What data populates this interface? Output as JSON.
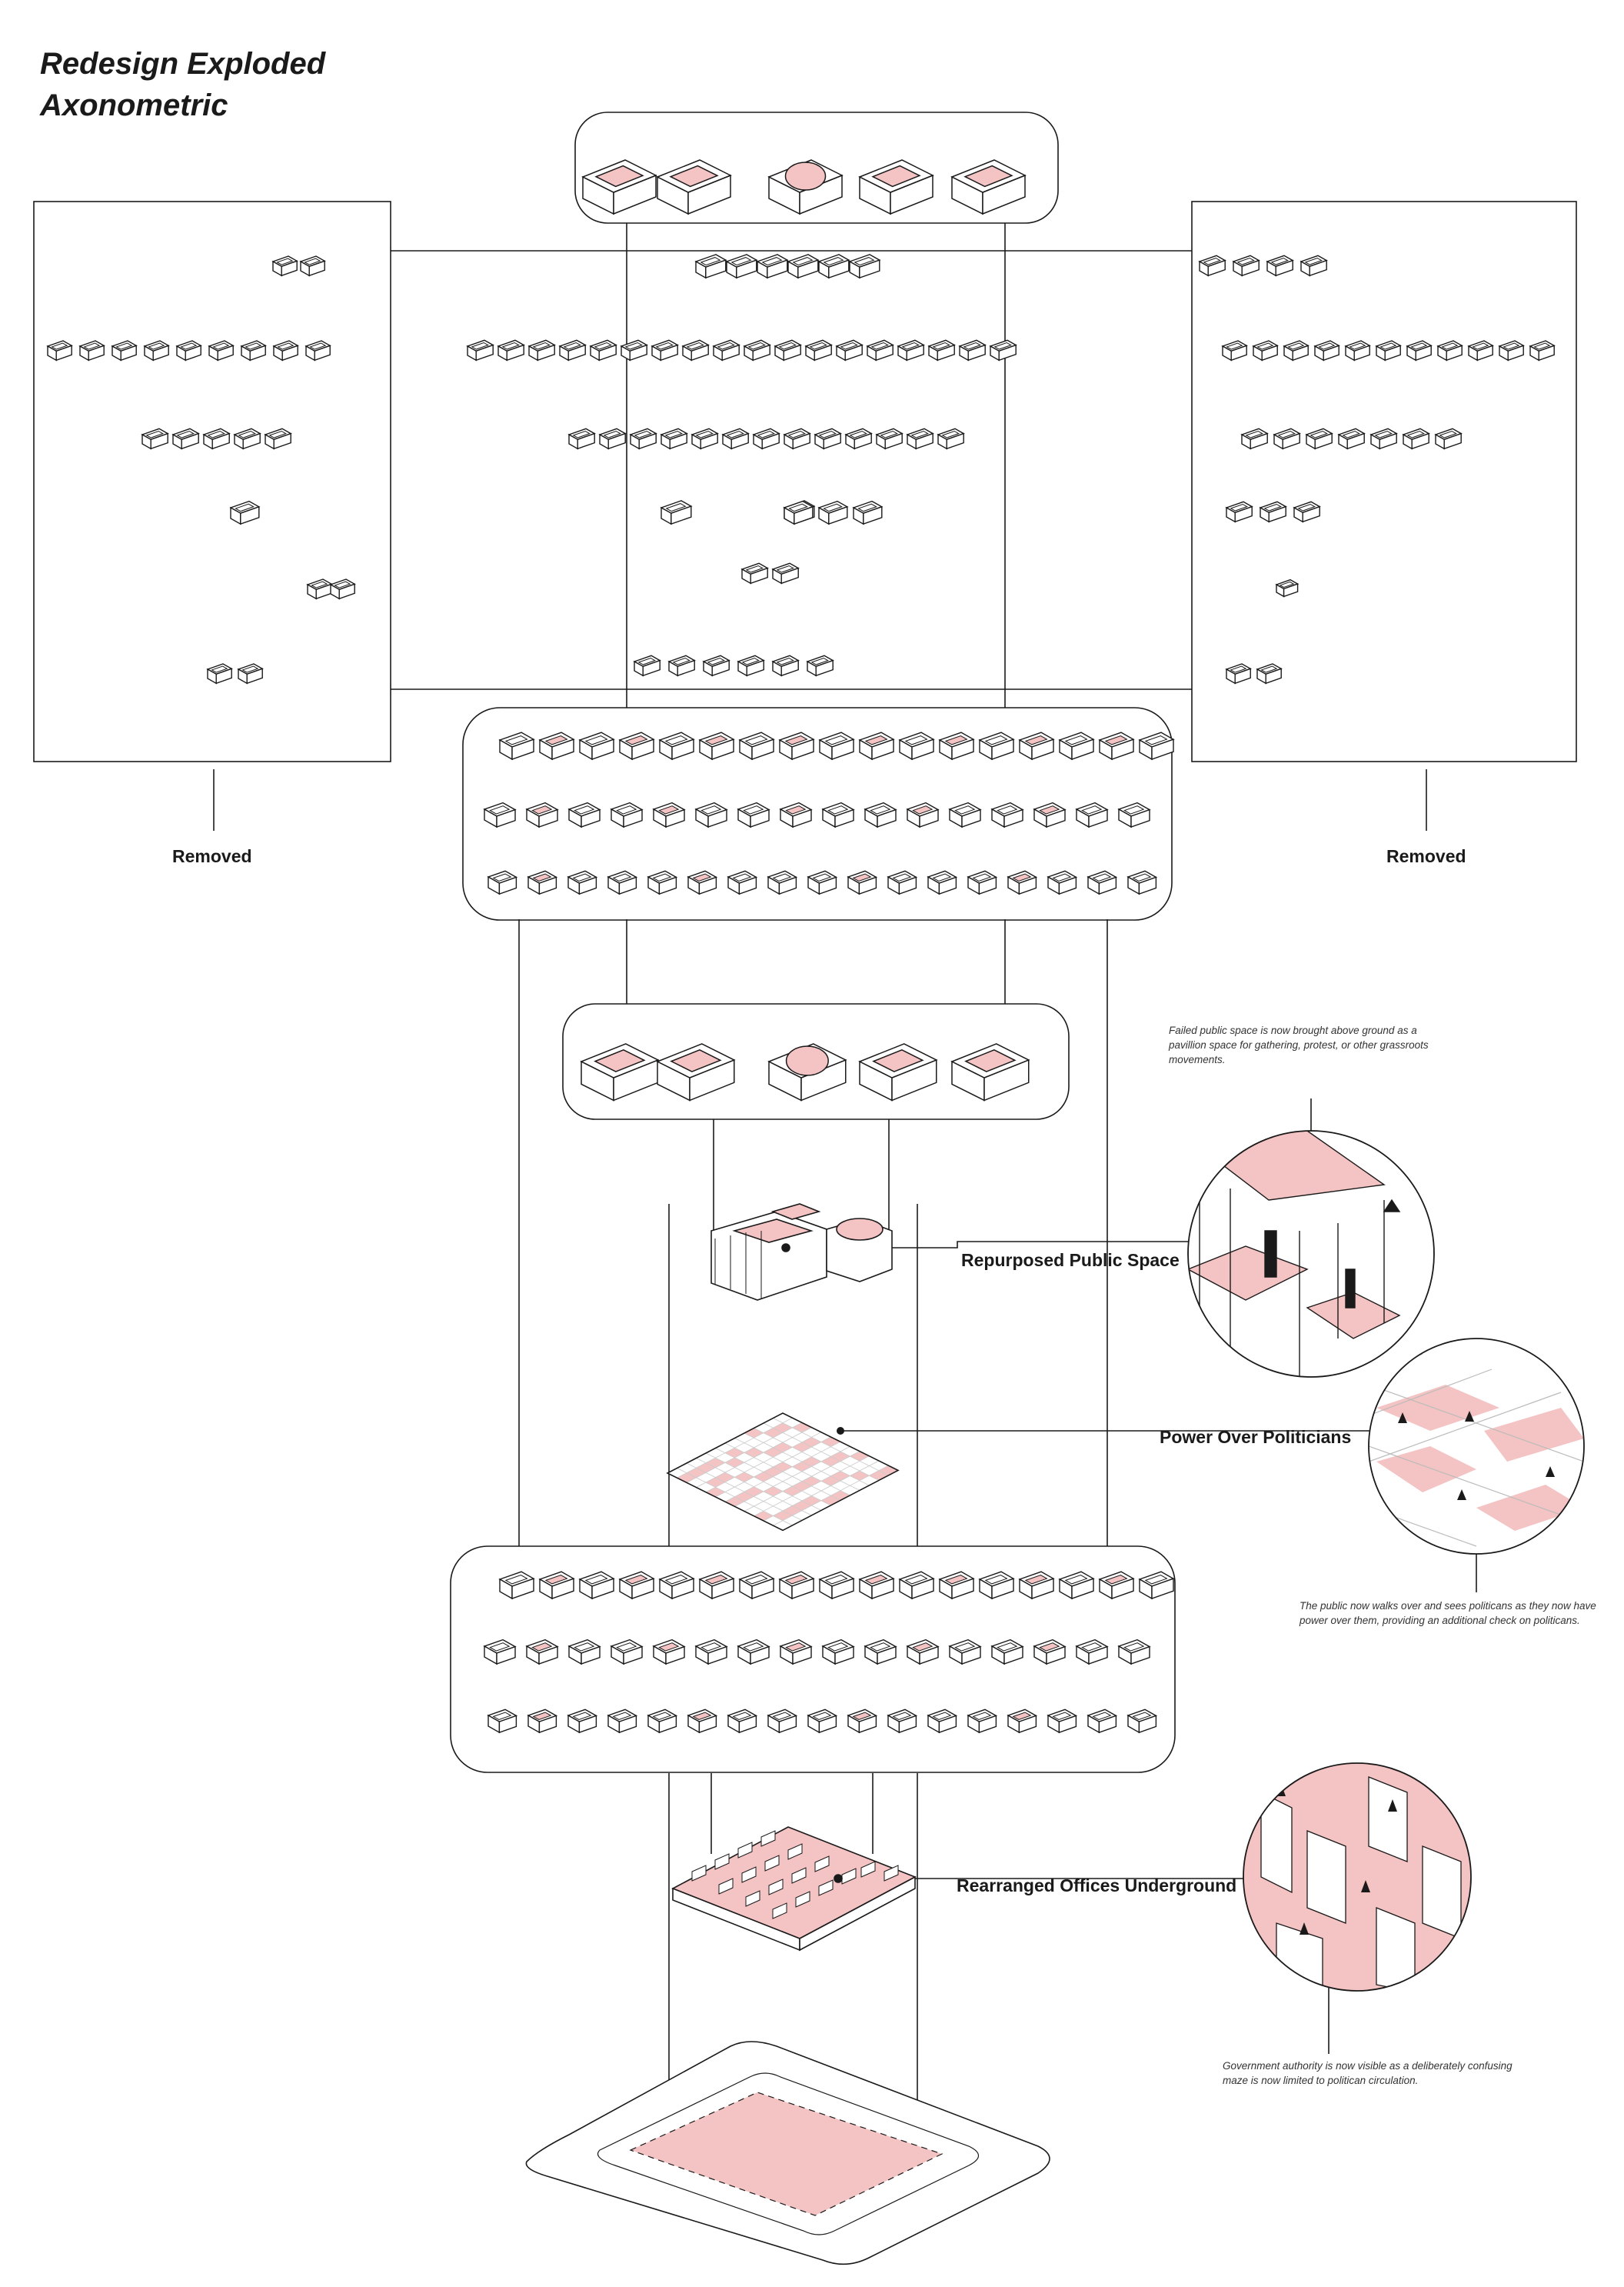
{
  "title_line1": "Redesign Exploded",
  "title_line2": "Axonometric",
  "removed_left": "Removed",
  "removed_right": "Removed",
  "labels": {
    "public_space": "Repurposed Public Space",
    "power": "Power Over Politicians",
    "offices": "Rearranged Offices Underground"
  },
  "notes": {
    "public_space": "Failed public space is now brought above ground as a pavillion space for gathering, protest, or other grassroots movements.",
    "power": "The public now walks over and sees politicans as they now have power over them, providing an additional check on politicans.",
    "offices": "Government authority is now visible as a deliberately confusing maze is now limited to politican circulation."
  },
  "colors": {
    "ink": "#1a1a1a",
    "accent": "#f4c3c3",
    "background": "#ffffff"
  }
}
